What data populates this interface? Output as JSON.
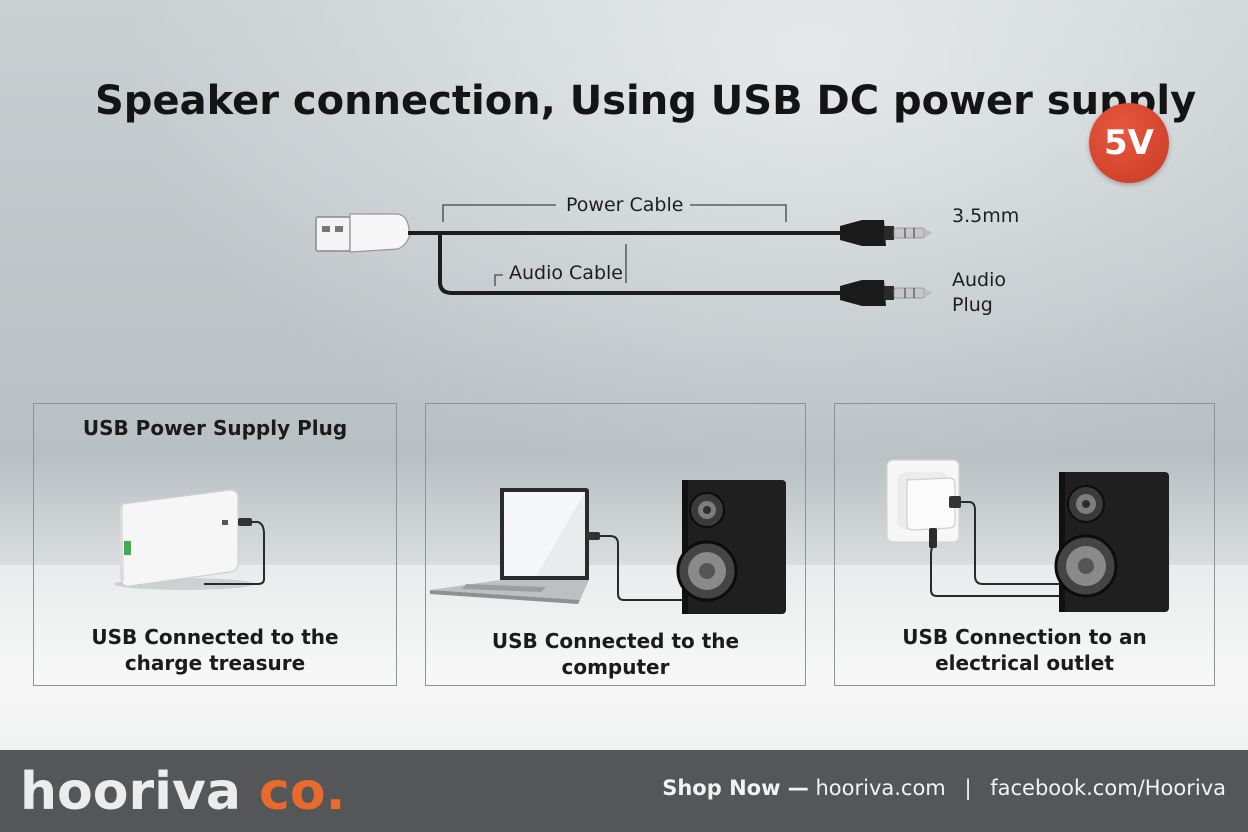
{
  "title": "Speaker connection, Using USB DC power supply",
  "badge": "5V",
  "cable_labels": {
    "power": "Power Cable",
    "audio": "Audio Cable",
    "jack_size": "3.5mm",
    "audio_plug_line1": "Audio",
    "audio_plug_line2": "Plug"
  },
  "panels": [
    {
      "title": "USB Power Supply Plug",
      "caption_line1": "USB Connected to the",
      "caption_line2": "charge treasure"
    },
    {
      "title": "",
      "caption_line1": "USB Connected to the",
      "caption_line2": "computer"
    },
    {
      "title": "",
      "caption_line1": "USB Connection to an",
      "caption_line2": "electrical outlet"
    }
  ],
  "footer": {
    "brand_main": "hooriva",
    "brand_accent": "co.",
    "shop_label": "Shop Now —",
    "website": "hooriva.com",
    "divider": "|",
    "facebook": "facebook.com/Hooriva"
  },
  "colors": {
    "badge": "#d6452d",
    "brand_accent": "#e96b2c",
    "footer_bg": "#555657"
  }
}
